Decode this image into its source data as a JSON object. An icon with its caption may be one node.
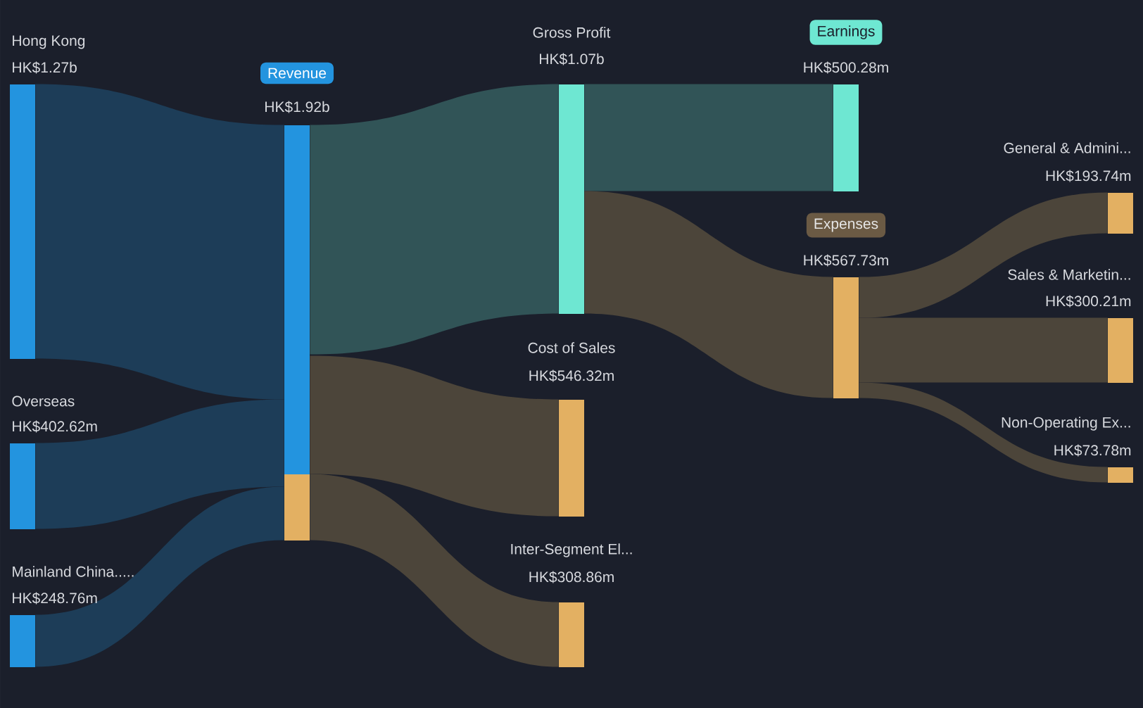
{
  "diagram": {
    "nodes": [
      {
        "text": [
          "Hong Kong",
          "HK$1.27b"
        ]
      },
      {
        "text": [
          "Overseas",
          "HK$402.62m"
        ]
      },
      {
        "text": [
          "Mainland China.....",
          "HK$248.76m"
        ]
      },
      {
        "text": [
          "Revenue",
          "HK$1.92b"
        ]
      },
      {
        "text": [
          "Gross Profit",
          "HK$1.07b"
        ]
      },
      {
        "text": [
          "Cost of Sales",
          "HK$546.32m"
        ]
      },
      {
        "text": [
          "Inter-Segment El...",
          "HK$308.86m"
        ]
      },
      {
        "text": [
          "Earnings",
          "HK$500.28m"
        ]
      },
      {
        "text": [
          "Expenses",
          "HK$567.73m"
        ]
      },
      {
        "text": [
          "General & Admini...",
          "HK$193.74m"
        ]
      },
      {
        "text": [
          "Sales & Marketin...",
          "HK$300.21m"
        ]
      },
      {
        "text": [
          "Non-Operating Ex...",
          "HK$73.78m"
        ]
      }
    ],
    "edges": [
      {
        "from": 0,
        "to": 3,
        "arrow": "none",
        "color": "#1d3d58"
      },
      {
        "from": 1,
        "to": 3,
        "arrow": "none",
        "color": "#1d3d58"
      },
      {
        "from": 2,
        "to": 3,
        "arrow": "none",
        "color": "#1d3d58"
      },
      {
        "from": 3,
        "to": 4,
        "arrow": "none",
        "color": "#315457"
      },
      {
        "from": 3,
        "to": 5,
        "arrow": "none"
      },
      {
        "from": 3,
        "to": 6,
        "arrow": "none"
      },
      {
        "from": 4,
        "to": 7,
        "arrow": "none",
        "color": "#315457"
      },
      {
        "from": 4,
        "to": 8,
        "arrow": "none"
      },
      {
        "from": 8,
        "to": 9,
        "arrow": "none"
      },
      {
        "from": 8,
        "to": 10,
        "arrow": "none"
      },
      {
        "from": 8,
        "to": 11,
        "arrow": "none"
      }
    ]
  }
}
